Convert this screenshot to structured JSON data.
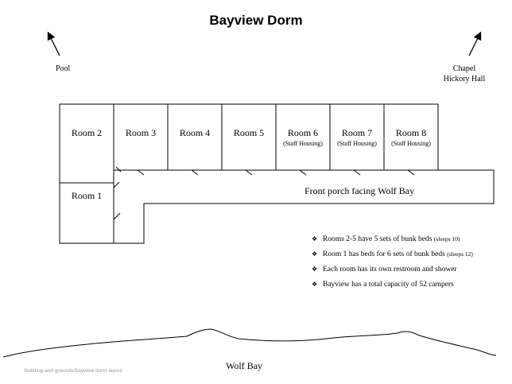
{
  "title": "Bayview Dorm",
  "directions": {
    "left": "Pool",
    "right_line1": "Chapel",
    "right_line2": "Hickory Hall"
  },
  "rooms": [
    {
      "name": "Room 2",
      "note": ""
    },
    {
      "name": "Room 3",
      "note": ""
    },
    {
      "name": "Room 4",
      "note": ""
    },
    {
      "name": "Room 5",
      "note": ""
    },
    {
      "name": "Room 6",
      "note": "(Staff Housing)"
    },
    {
      "name": "Room 7",
      "note": "(Staff Housing)"
    },
    {
      "name": "Room 8",
      "note": "(Staff Housing)"
    },
    {
      "name": "Room 1",
      "note": ""
    }
  ],
  "porch_label": "Front porch facing Wolf Bay",
  "notes": [
    {
      "text": "Rooms 2-5 have 5 sets of bunk beds",
      "small": "(sleeps 10)"
    },
    {
      "text": "Room 1 has beds for 6 sets of bunk beds",
      "small": "(sleeps 12)"
    },
    {
      "text": "Each room has its own restroom and shower",
      "small": ""
    },
    {
      "text": "Bayview has a total capacity of 52 campers",
      "small": ""
    }
  ],
  "bullet_glyph": "❖",
  "water_label": "Wolf Bay",
  "footer_path": "/building and grounds/Bayview dorm layout"
}
